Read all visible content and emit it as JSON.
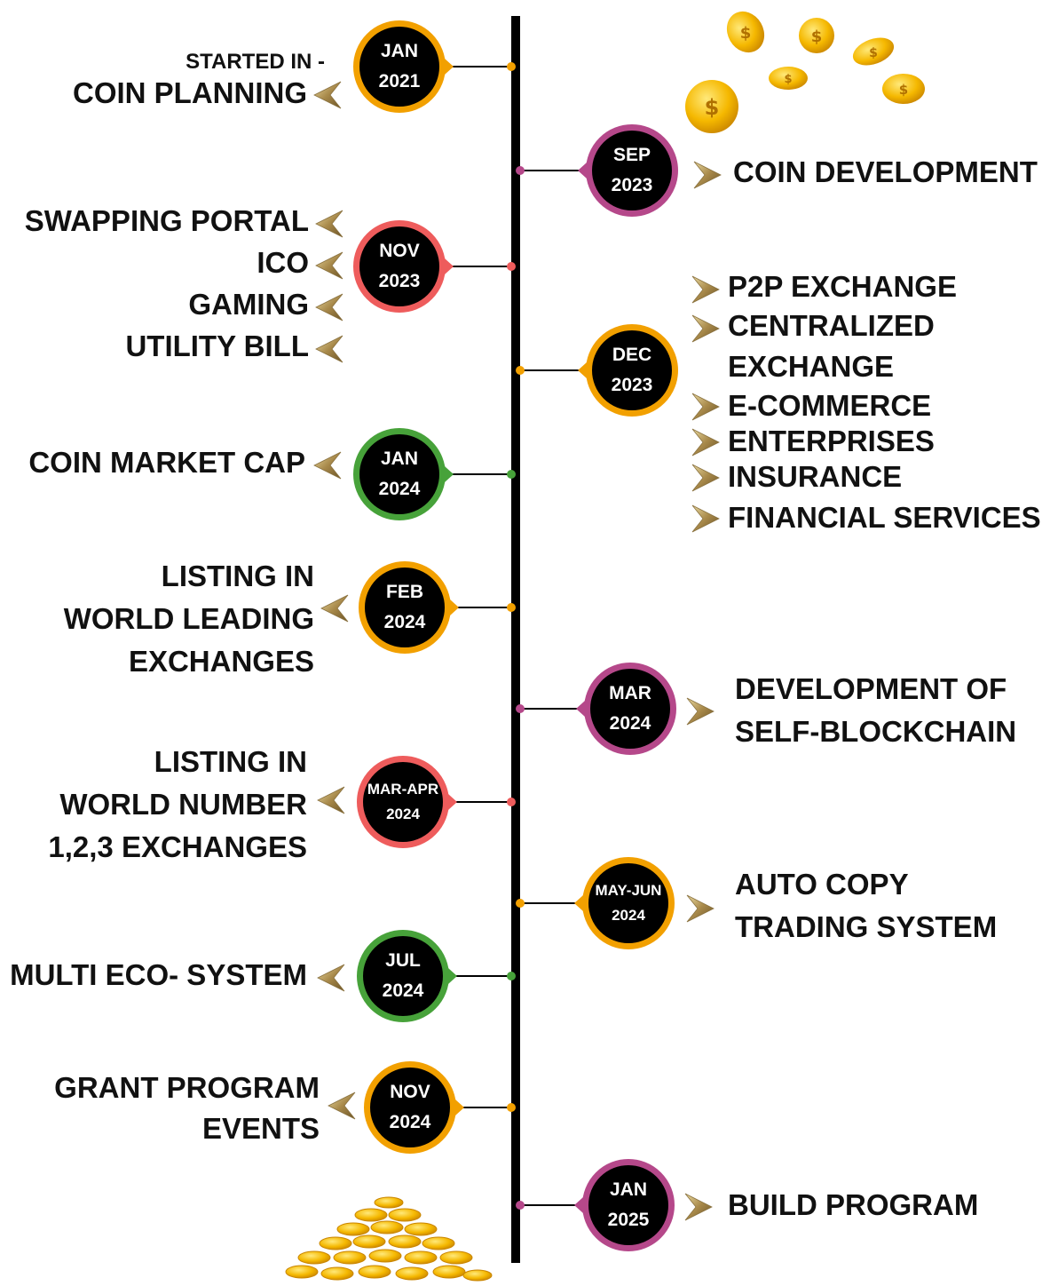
{
  "colors": {
    "orange": "#f2a000",
    "purple": "#b5488a",
    "red": "#ee5c5c",
    "green": "#47a23a",
    "gold": "#f5b800"
  },
  "milestones": [
    {
      "date_line1": "JAN",
      "date_line2": "2021",
      "color": "orange",
      "side": "left",
      "pre_label": "STARTED IN -",
      "labels": [
        "COIN PLANNING"
      ]
    },
    {
      "date_line1": "SEP",
      "date_line2": "2023",
      "color": "purple",
      "side": "right",
      "labels": [
        "COIN DEVELOPMENT"
      ]
    },
    {
      "date_line1": "NOV",
      "date_line2": "2023",
      "color": "red",
      "side": "left",
      "labels": [
        "SWAPPING PORTAL",
        "ICO",
        "GAMING",
        "UTILITY BILL"
      ]
    },
    {
      "date_line1": "DEC",
      "date_line2": "2023",
      "color": "orange",
      "side": "right",
      "labels": [
        "P2P EXCHANGE",
        "CENTRALIZED",
        "EXCHANGE",
        "E-COMMERCE",
        "ENTERPRISES",
        "INSURANCE",
        "FINANCIAL SERVICES"
      ]
    },
    {
      "date_line1": "JAN",
      "date_line2": "2024",
      "color": "green",
      "side": "left",
      "labels": [
        "COIN MARKET CAP"
      ]
    },
    {
      "date_line1": "FEB",
      "date_line2": "2024",
      "color": "orange",
      "side": "left",
      "labels": [
        "LISTING IN",
        "WORLD LEADING",
        "EXCHANGES"
      ]
    },
    {
      "date_line1": "MAR",
      "date_line2": "2024",
      "color": "purple",
      "side": "right",
      "labels": [
        "DEVELOPMENT OF",
        "SELF-BLOCKCHAIN"
      ]
    },
    {
      "date_line1": "MAR-APR",
      "date_line2": "2024",
      "color": "red",
      "side": "left",
      "labels": [
        "LISTING IN",
        "WORLD NUMBER",
        "1,2,3 EXCHANGES"
      ]
    },
    {
      "date_line1": "MAY-JUN",
      "date_line2": "2024",
      "color": "orange",
      "side": "right",
      "labels": [
        "AUTO COPY",
        "TRADING SYSTEM"
      ]
    },
    {
      "date_line1": "JUL",
      "date_line2": "2024",
      "color": "green",
      "side": "left",
      "labels": [
        "MULTI ECO- SYSTEM"
      ]
    },
    {
      "date_line1": "NOV",
      "date_line2": "2024",
      "color": "orange",
      "side": "left",
      "labels": [
        "GRANT PROGRAM",
        "EVENTS"
      ]
    },
    {
      "date_line1": "JAN",
      "date_line2": "2025",
      "color": "purple",
      "side": "right",
      "labels": [
        "BUILD PROGRAM"
      ]
    }
  ]
}
